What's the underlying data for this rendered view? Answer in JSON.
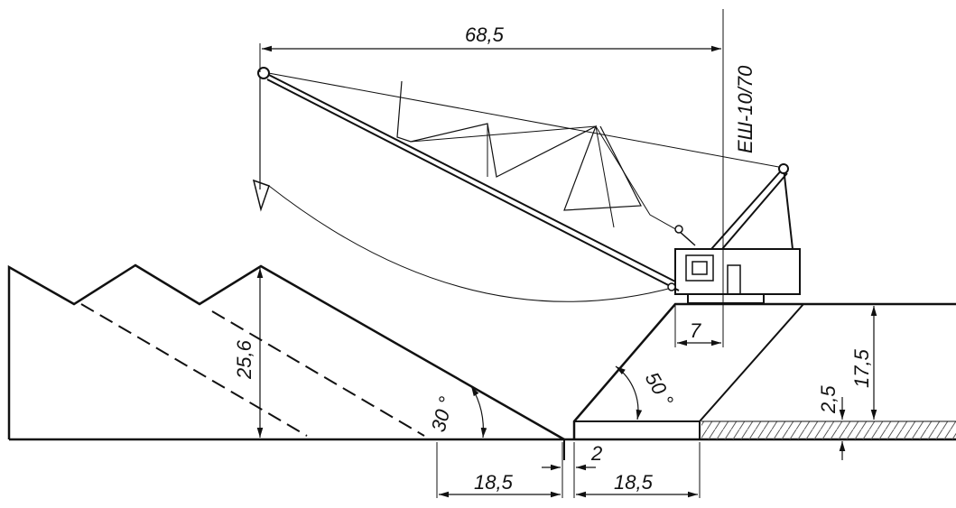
{
  "diagram": {
    "machine_label": "ЕШ-10/70",
    "dimensions": {
      "boom_reach": "68,5",
      "dump_height": "25,6",
      "dump_slope_angle": "30 °",
      "pit_slope_angle": "50 °",
      "machine_offset": "7",
      "bench_height": "17,5",
      "layer_thickness": "2,5",
      "bottom_gap": "2",
      "dump_base": "18,5",
      "pit_base": "18,5"
    }
  },
  "colors": {
    "line": "#111111",
    "background": "#ffffff",
    "hatch": "#555555"
  }
}
